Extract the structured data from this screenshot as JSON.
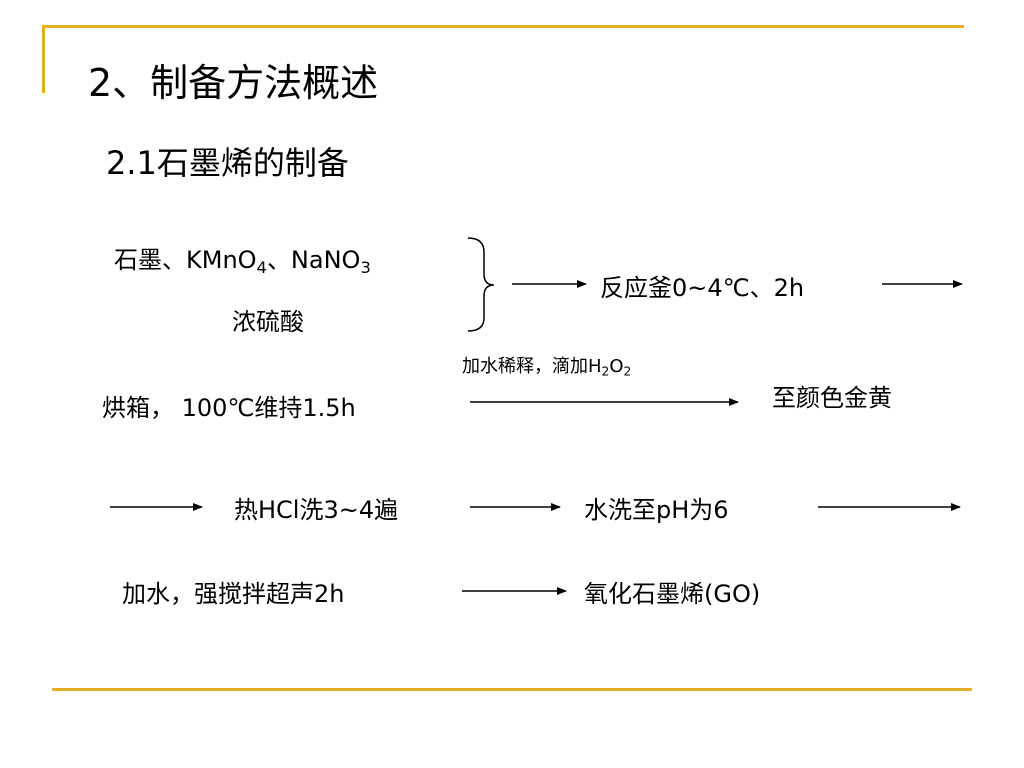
{
  "slide": {
    "title": "2、制备方法概述",
    "subtitle": "2.1石墨烯的制备",
    "colors": {
      "rule": "#e3ad25",
      "text": "#000000",
      "background": "#ffffff"
    }
  },
  "process": {
    "reactants_line1": {
      "prefix": "石墨、KMnO",
      "sub1": "4",
      "middle": "、NaNO",
      "sub2": "3"
    },
    "reactants_line2": "浓硫酸",
    "reactor_step": "反应釜0~4℃、2h",
    "dilution_note": {
      "prefix": "加水稀释，滴加H",
      "sub1": "2",
      "middle": "O",
      "sub2": "2"
    },
    "oven_step": "烘箱， 100℃维持1.5h",
    "golden_result": "至颜色金黄",
    "hcl_wash": "热HCl洗3~4遍",
    "water_wash": "水洗至pH为6",
    "ultrasound_step": "加水，强搅拌超声2h",
    "product": "氧化石墨烯(GO)"
  }
}
